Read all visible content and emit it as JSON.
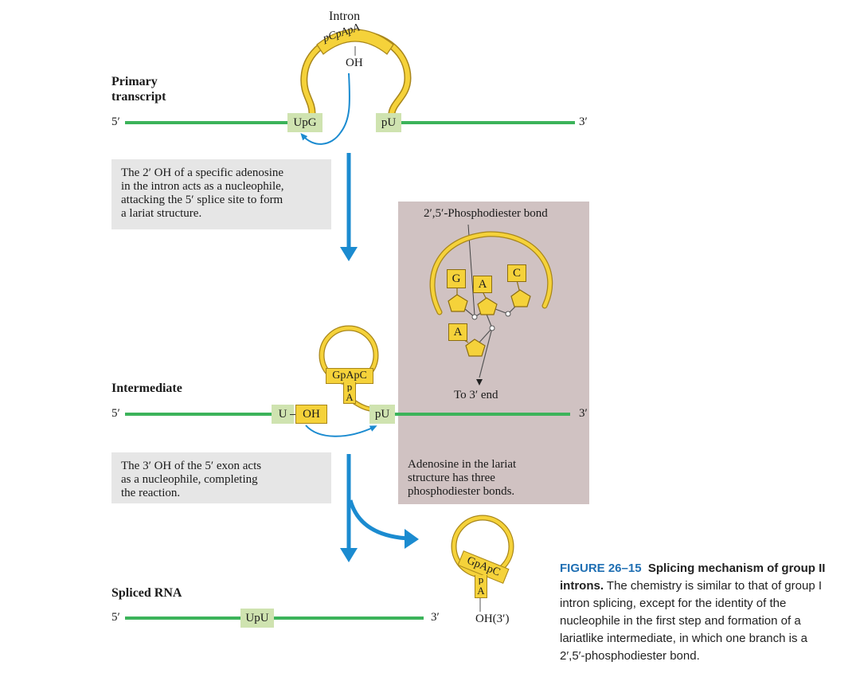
{
  "colors": {
    "rna_strand": "#3cb35a",
    "intron": "#f5d23a",
    "intron_stroke": "#a8861a",
    "arrow_blue": "#1b8bd0",
    "exon_chip": "#cfe3b0",
    "note_bg": "#e6e6e6",
    "inset_bg": "#d0c2c2",
    "figure_number": "#1f6fb3"
  },
  "top": {
    "intron_label": "Intron",
    "oh": "OH",
    "arc_seq": "pCpApA",
    "section_label_line1": "Primary",
    "section_label_line2": "transcript",
    "five_prime": "5′",
    "three_prime": "3′",
    "left_exon": "UpG",
    "right_exon": "pU"
  },
  "step1_note": [
    "The 2′ OH of a specific adenosine",
    "in the intron acts as a nucleophile,",
    "attacking the 5′ splice site to form",
    "a lariat structure."
  ],
  "inset": {
    "bond_label": "2′,5′-Phosphodiester bond",
    "nucleotides": [
      "G",
      "A",
      "C",
      "A"
    ],
    "to_end": "To 3′ end",
    "note": [
      "Adenosine in the lariat",
      "structure has three",
      "phosphodiester bonds."
    ]
  },
  "middle": {
    "section_label": "Intermediate",
    "five_prime": "5′",
    "three_prime": "3′",
    "left_u": "U",
    "left_oh": "OH",
    "right_exon": "pU",
    "lariat_seq": "GpApC",
    "lariat_p": "p",
    "lariat_a": "A"
  },
  "step2_note": [
    "The 3′ OH of  the 5′ exon acts",
    "as a nucleophile, completing",
    "the reaction."
  ],
  "bottom": {
    "section_label": "Spliced RNA",
    "five_prime": "5′",
    "three_prime": "3′",
    "exon": "UpU",
    "lariat_seq": "GpApC",
    "lariat_p": "p",
    "lariat_a": "A",
    "lariat_oh": "OH(3′)"
  },
  "caption": {
    "figure_number": "FIGURE 26–15",
    "title": "Splicing mechanism of group II introns.",
    "text": "The chemistry is similar to that of group I intron splicing, except for the identity of the nucleophile in the first step and formation of a lariatlike intermediate, in which one branch is a 2′,5′-phosphodiester bond."
  }
}
